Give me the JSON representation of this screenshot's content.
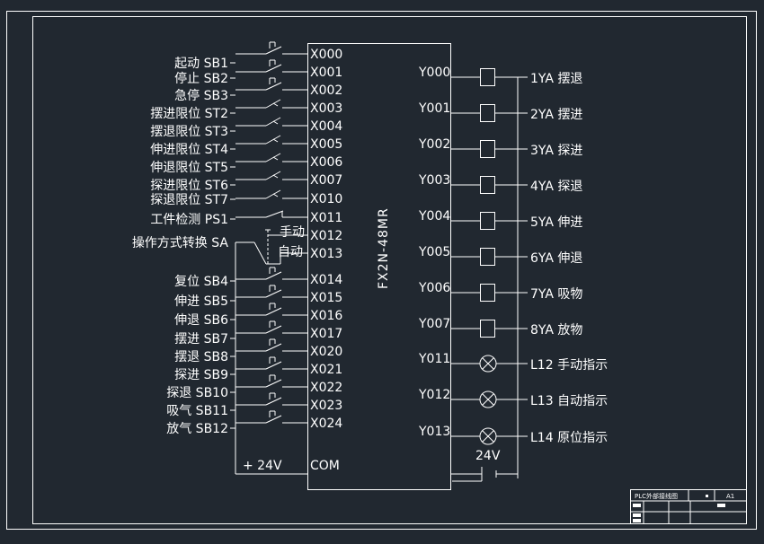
{
  "plc": {
    "model": "FX2N-48MR",
    "com": "COM",
    "supply": "+ 24V"
  },
  "inputs": [
    {
      "label": "起动 SB1",
      "addr": "X000"
    },
    {
      "label": "停止 SB2",
      "addr": "X001"
    },
    {
      "label": "急停 SB3",
      "addr": "X002"
    },
    {
      "label": "摆进限位 ST2",
      "addr": "X003"
    },
    {
      "label": "摆退限位 ST3",
      "addr": "X004"
    },
    {
      "label": "伸进限位 ST4",
      "addr": "X005"
    },
    {
      "label": "伸退限位 ST5",
      "addr": "X006"
    },
    {
      "label": "探进限位 ST6",
      "addr": "X007"
    },
    {
      "label": "探退限位 ST7",
      "addr": "X010"
    },
    {
      "label": "工件检测 PS1",
      "addr": "X011"
    },
    {
      "label": "",
      "addr": "X012"
    },
    {
      "label": "",
      "addr": "X013"
    },
    {
      "label": "复位 SB4",
      "addr": "X014"
    },
    {
      "label": "伸进 SB5",
      "addr": "X015"
    },
    {
      "label": "伸退 SB6",
      "addr": "X016"
    },
    {
      "label": "摆进 SB7",
      "addr": "X017"
    },
    {
      "label": "摆退 SB8",
      "addr": "X020"
    },
    {
      "label": "探进 SB9",
      "addr": "X021"
    },
    {
      "label": "探退 SB10",
      "addr": "X022"
    },
    {
      "label": "吸气 SB11",
      "addr": "X023"
    },
    {
      "label": "放气 SB12",
      "addr": "X024"
    }
  ],
  "selector": {
    "label": "操作方式转换 SA",
    "manual": "手动",
    "auto": "自动"
  },
  "outputs": [
    {
      "addr": "Y000",
      "label": "1YA  摆退",
      "kind": "coil"
    },
    {
      "addr": "Y001",
      "label": "2YA 摆进",
      "kind": "coil"
    },
    {
      "addr": "Y002",
      "label": "3YA 探进",
      "kind": "coil"
    },
    {
      "addr": "Y003",
      "label": "4YA 探退",
      "kind": "coil"
    },
    {
      "addr": "Y004",
      "label": "5YA 伸进",
      "kind": "coil"
    },
    {
      "addr": "Y005",
      "label": "6YA 伸退",
      "kind": "coil"
    },
    {
      "addr": "Y006",
      "label": "7YA 吸物",
      "kind": "coil"
    },
    {
      "addr": "Y007",
      "label": "8YA 放物",
      "kind": "coil"
    },
    {
      "addr": "Y011",
      "label": "L12 手动指示",
      "kind": "lamp"
    },
    {
      "addr": "Y012",
      "label": "L13 自动指示",
      "kind": "lamp"
    },
    {
      "addr": "Y013",
      "label": "L14 原位指示",
      "kind": "lamp"
    }
  ],
  "out_supply": "24V",
  "title_block": {
    "title": "PLC外部接线图",
    "sheet": "A1"
  },
  "colors": {
    "background": "#212830",
    "line": "#ffffff"
  }
}
